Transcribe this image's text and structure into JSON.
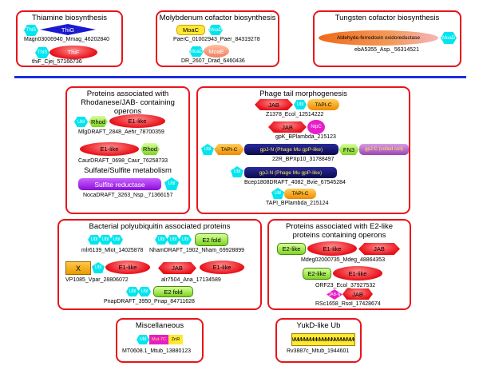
{
  "sections": {
    "thiamine": {
      "title": "Thiamine biosynthesis",
      "c1": "Magn03006940_Mmag_46202840",
      "c2": "thiF_Cjej_57166736",
      "thig_small": "ThiG",
      "thig_large": "ThiG",
      "this_1": "ThiS",
      "this_2": "ThiS",
      "thif": "ThiF"
    },
    "molybdenum": {
      "title": "Molybdenum  cofactor  biosynthesis",
      "c1": "PaerC_01002943_Paer_84319278",
      "c2": "DR_2607_Drad_6460436",
      "moac": "MoaC",
      "moad_1": "MoaD",
      "moad_2": "MoaD",
      "moae": "MoaE"
    },
    "tungsten": {
      "title": "Tungsten  cofactor  biosynthesis",
      "c1": "ebA5355_Asp._56314521",
      "aldehyde": "Aldehyde-ferredoxin oxidoreductase",
      "moad": "MoaD"
    },
    "rhodanese": {
      "title": "Proteins associated  with Rhodanese/JAB- containing operons",
      "c1": "MlgDRAFT_2848_Aehr_78700359",
      "c2": "CaurDRAFT_0698_Caur_76258733",
      "sulfate_title": "Sulfate/Sulfite metabolism",
      "c3": "NocaDRAFT_3263_Nsp._71366157",
      "ubl_1": "Ubl",
      "rhod_1": "Rhod",
      "e1_1": "E1-like",
      "e1_2": "E1-like",
      "rhod_2": "Rhod",
      "sulfite": "Sulfite  reductase",
      "ubl_3": "Ubl"
    },
    "phage": {
      "title": "Phage tail morphogenesis",
      "c1": "Z1378_Ecol_12514222",
      "c2": "gpK_BPlambda_215123",
      "c3": "22R_BPXp10_31788497",
      "c4": "Bcep1808DRAFT_4082_Bvie_67545284",
      "c5": "TAPI_BPlambda_215124",
      "jab_1": "JAB",
      "ubl_1": "Ubl",
      "tapic_1": "TAPI-C",
      "jab_2": "JAB",
      "nlpc": "NlpC",
      "ubl_3": "Ubl",
      "tapic_3": "TAPI-C",
      "gpjn_3": "gpJ-N (Phage Mu gpP-like)",
      "fn3": "FN3",
      "gpjc": "gpJ-C (coiled coil)",
      "ubl_4": "Ubl",
      "gpjn_4": "gpJ-N (Phage Mu gpP-like)",
      "ubl_5": "Ubl",
      "tapic_5": "TAPI-C"
    },
    "bacterial": {
      "title": "Bacterial  polyubiquitin  associated  proteins",
      "c1": "mlr6139_Mlot_14025878",
      "c2": "NhamDRAFT_1902_Nham_69928899",
      "c3": "VP1085_Vpar_28806072",
      "c4": "alr7504_Ana_17134589",
      "c5": "PnapDRAFT_3950_Pnap_84711628",
      "ubl_a": "Ubl",
      "ubl_b": "Ubl",
      "ubl_c": "Ubl",
      "ubl_d": "Ubl",
      "ubl_e": "Ubl",
      "ubl_f": "Ubl",
      "e2fold_1": "E2 fold",
      "x": "X",
      "ubl_g": "Ubl",
      "e1_3": "E1-like",
      "jab": "JAB",
      "e1_4": "E1-like",
      "ubl_h": "Ubl",
      "ubl_i": "Ubl",
      "e2fold_2": "E2 fold"
    },
    "e2like": {
      "title": "Proteins associated with  E2-like proteins containing operons",
      "c1": "Mdeg02000735_Mdeg_48864353",
      "c2": "ORF23_Ecol_37927532",
      "c3": "RSc1658_Rsol_17428674",
      "e2_1": "E2-like",
      "e1_1": "E1-like",
      "jab_1": "JAB",
      "e2_2": "E2-like",
      "e1_2": "E1-like",
      "jabn": "JAB-N",
      "jab_3": "JAB"
    },
    "misc": {
      "title": "Miscellaneous",
      "c1": "MT0608.1_Mtub_13880123",
      "ubl": "Ubl",
      "mut7c": "Mut-7C",
      "znr": "ZnR"
    },
    "yukd": {
      "title": "YukD-like Ub",
      "c1": "Rv3887c_Mtub_1944601",
      "fill": "MMMMMMMMMMMMMMMMMMMMMMM"
    }
  }
}
